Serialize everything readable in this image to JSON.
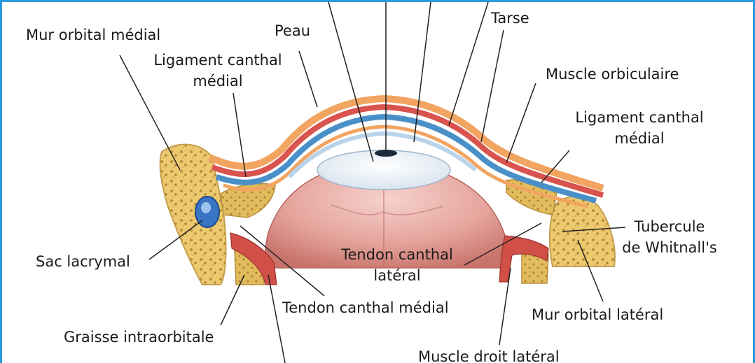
{
  "labels": {
    "mur_orbital_medial": "Mur orbital médial",
    "peau": "Peau",
    "tarse": "Tarse",
    "ligament_canthal_medial_left_1": "Ligament canthal",
    "ligament_canthal_medial_left_2": "médial",
    "muscle_orbiculaire": "Muscle orbiculaire",
    "ligament_canthal_medial_right_1": "Ligament canthal",
    "ligament_canthal_medial_right_2": "médial",
    "tubercule_1": "Tubercule",
    "tubercule_2": "de Whitnall's",
    "sac_lacrymal": "Sac lacrymal",
    "tendon_canthal_lateral_1": "Tendon canthal",
    "tendon_canthal_lateral_2": "latéral",
    "tendon_canthal_medial": "Tendon canthal médial",
    "mur_orbital_lateral": "Mur orbital latéral",
    "graisse_intraorbitale": "Graisse intraorbitale",
    "muscle_droit_lateral": "Muscle droit latéral"
  },
  "colors": {
    "frame": "#2b9be0",
    "bone": "#e9c770",
    "fat": "#d9b14f",
    "muscle": "#d9534f",
    "conjunctiva": "#4a90c8",
    "skin": "#f0a060",
    "globe_interior": "#e8a7a0"
  }
}
